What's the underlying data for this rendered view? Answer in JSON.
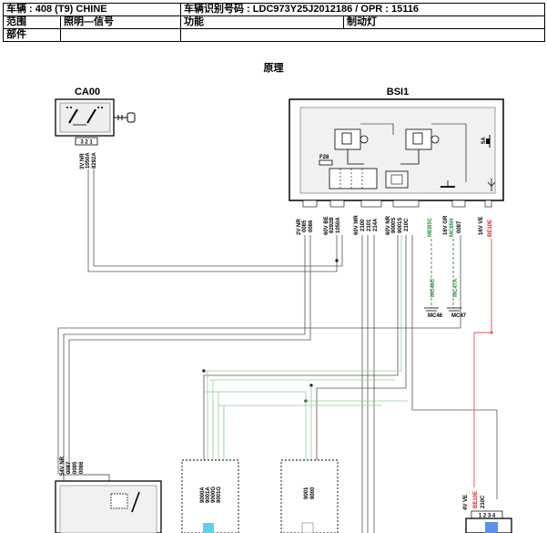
{
  "header": {
    "vehicle_label": "车辆 : 408 (T9) CHINE",
    "vin_label": "车辆识别号码 : LDC973Y25J2012186 / OPR : 15116",
    "scope_label": "范围",
    "scope_value": "照明—信号",
    "function_label": "功能",
    "function_value": "制动灯",
    "part_label": "部件"
  },
  "diagram": {
    "title": "原理",
    "ca00": {
      "name": "CA00",
      "pins": "3 2 1",
      "connector": "3V NR",
      "wire1": "1050A",
      "wire2": "8292A"
    },
    "bsi1": {
      "name": "BSI1",
      "fuse": "F28",
      "right_code": "5A",
      "connectors": [
        "2V NR",
        "60V BE",
        "60V MR",
        "60V NR",
        "16V GR",
        "16V VE"
      ],
      "wires_a": [
        "0085",
        "0086"
      ],
      "wires_b": [
        "8292B",
        "1050A"
      ],
      "wires_c": [
        "2100",
        "2101",
        "214A"
      ],
      "wires_d": [
        "9000S",
        "9001S",
        "210C"
      ],
      "wires_e": [
        "MEB5C",
        "MC85H",
        "0087"
      ],
      "wires_f": [
        "BE10E"
      ],
      "ground1": "MC46C",
      "ground1_tag": "MC46",
      "ground2": "MC47A",
      "ground2_tag": "MC47"
    },
    "bottom_left": {
      "connector": "54V NR",
      "wires": [
        "0087",
        "0085",
        "0086"
      ]
    },
    "module2": {
      "wires": [
        "9000A",
        "9001A",
        "9000G",
        "9001G"
      ]
    },
    "module3": {
      "wires": [
        "9001",
        "9000"
      ]
    },
    "module4": {
      "connector": "4V VE",
      "wires": [
        "BE10E",
        "210C"
      ],
      "pins": "1 2 3 4"
    }
  }
}
